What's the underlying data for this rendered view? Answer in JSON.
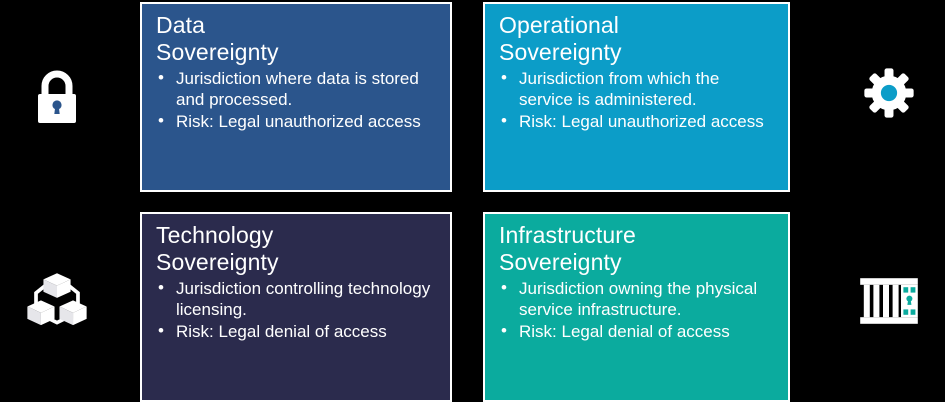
{
  "background_color": "#000000",
  "diagram": {
    "title_hidden": "",
    "cards": [
      {
        "id": "data-sovereignty",
        "title": "Data\nSovereignty",
        "bg_color": "#2b558c",
        "border_color": "#ffffff",
        "text_color": "#ffffff",
        "bullets": [
          "Jurisdiction where data is stored and processed.",
          "Risk: Legal unauthorized access"
        ]
      },
      {
        "id": "operational-sovereignty",
        "title": "Operational\nSovereignty",
        "bg_color": "#0c9dc8",
        "border_color": "#ffffff",
        "text_color": "#ffffff",
        "bullets": [
          "Jurisdiction from which the service is administered.",
          "Risk: Legal unauthorized access"
        ]
      },
      {
        "id": "technology-sovereignty",
        "title": "Technology\nSovereignty",
        "bg_color": "#2b2b4d",
        "border_color": "#ffffff",
        "text_color": "#ffffff",
        "bullets": [
          "Jurisdiction controlling technology licensing.",
          "Risk: Legal denial of access"
        ]
      },
      {
        "id": "infrastructure-sovereignty",
        "title": "Infrastructure\nSovereignty",
        "bg_color": "#0bab9e",
        "border_color": "#ffffff",
        "text_color": "#ffffff",
        "bullets": [
          "Jurisdiction owning the physical service infrastructure.",
          "Risk: Legal denial of access"
        ]
      }
    ],
    "icons": [
      {
        "id": "lock",
        "name": "lock-icon",
        "circle_color": "#2b558c",
        "glyph_color": "#ffffff",
        "position": "left-top"
      },
      {
        "id": "gear",
        "name": "gear-icon",
        "circle_color": "#0c9dc8",
        "glyph_color": "#ffffff",
        "position": "right-top"
      },
      {
        "id": "network",
        "name": "network-cubes-icon",
        "circle_color": "#2b2b4d",
        "glyph_color": "#ffffff",
        "position": "left-bottom"
      },
      {
        "id": "rack",
        "name": "server-rack-icon",
        "circle_color": "#0bab9e",
        "glyph_color": "#ffffff",
        "position": "right-bottom"
      }
    ]
  }
}
